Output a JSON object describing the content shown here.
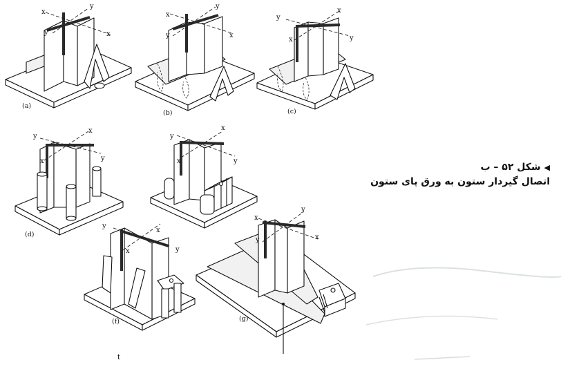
{
  "figure": {
    "caption_number": "شکل ۵۲ – ب",
    "caption_arrow": "◀",
    "caption_title": "اتصال گیردار ستون به ورق پای ستون",
    "stray_mark": "t"
  },
  "panels": [
    {
      "id": "a",
      "label": "(a)",
      "axis_labels": [
        "x",
        "y",
        "y",
        "x"
      ]
    },
    {
      "id": "b",
      "label": "(b)",
      "axis_labels": [
        "x",
        "y",
        "y",
        "x"
      ]
    },
    {
      "id": "c",
      "label": "(c)",
      "axis_labels": [
        "y",
        "x",
        "x",
        "y"
      ]
    },
    {
      "id": "d",
      "label": "(d)",
      "axis_labels": [
        "y",
        "x",
        "x",
        "y"
      ]
    },
    {
      "id": "e",
      "label": "",
      "axis_labels": [
        "y",
        "x",
        "x",
        "y"
      ]
    },
    {
      "id": "f",
      "label": "(f)",
      "axis_labels": [
        "y",
        "x",
        "x",
        "y"
      ]
    },
    {
      "id": "g",
      "label": "(g)",
      "axis_labels": [
        "x",
        "y",
        "y",
        "x"
      ]
    }
  ]
}
